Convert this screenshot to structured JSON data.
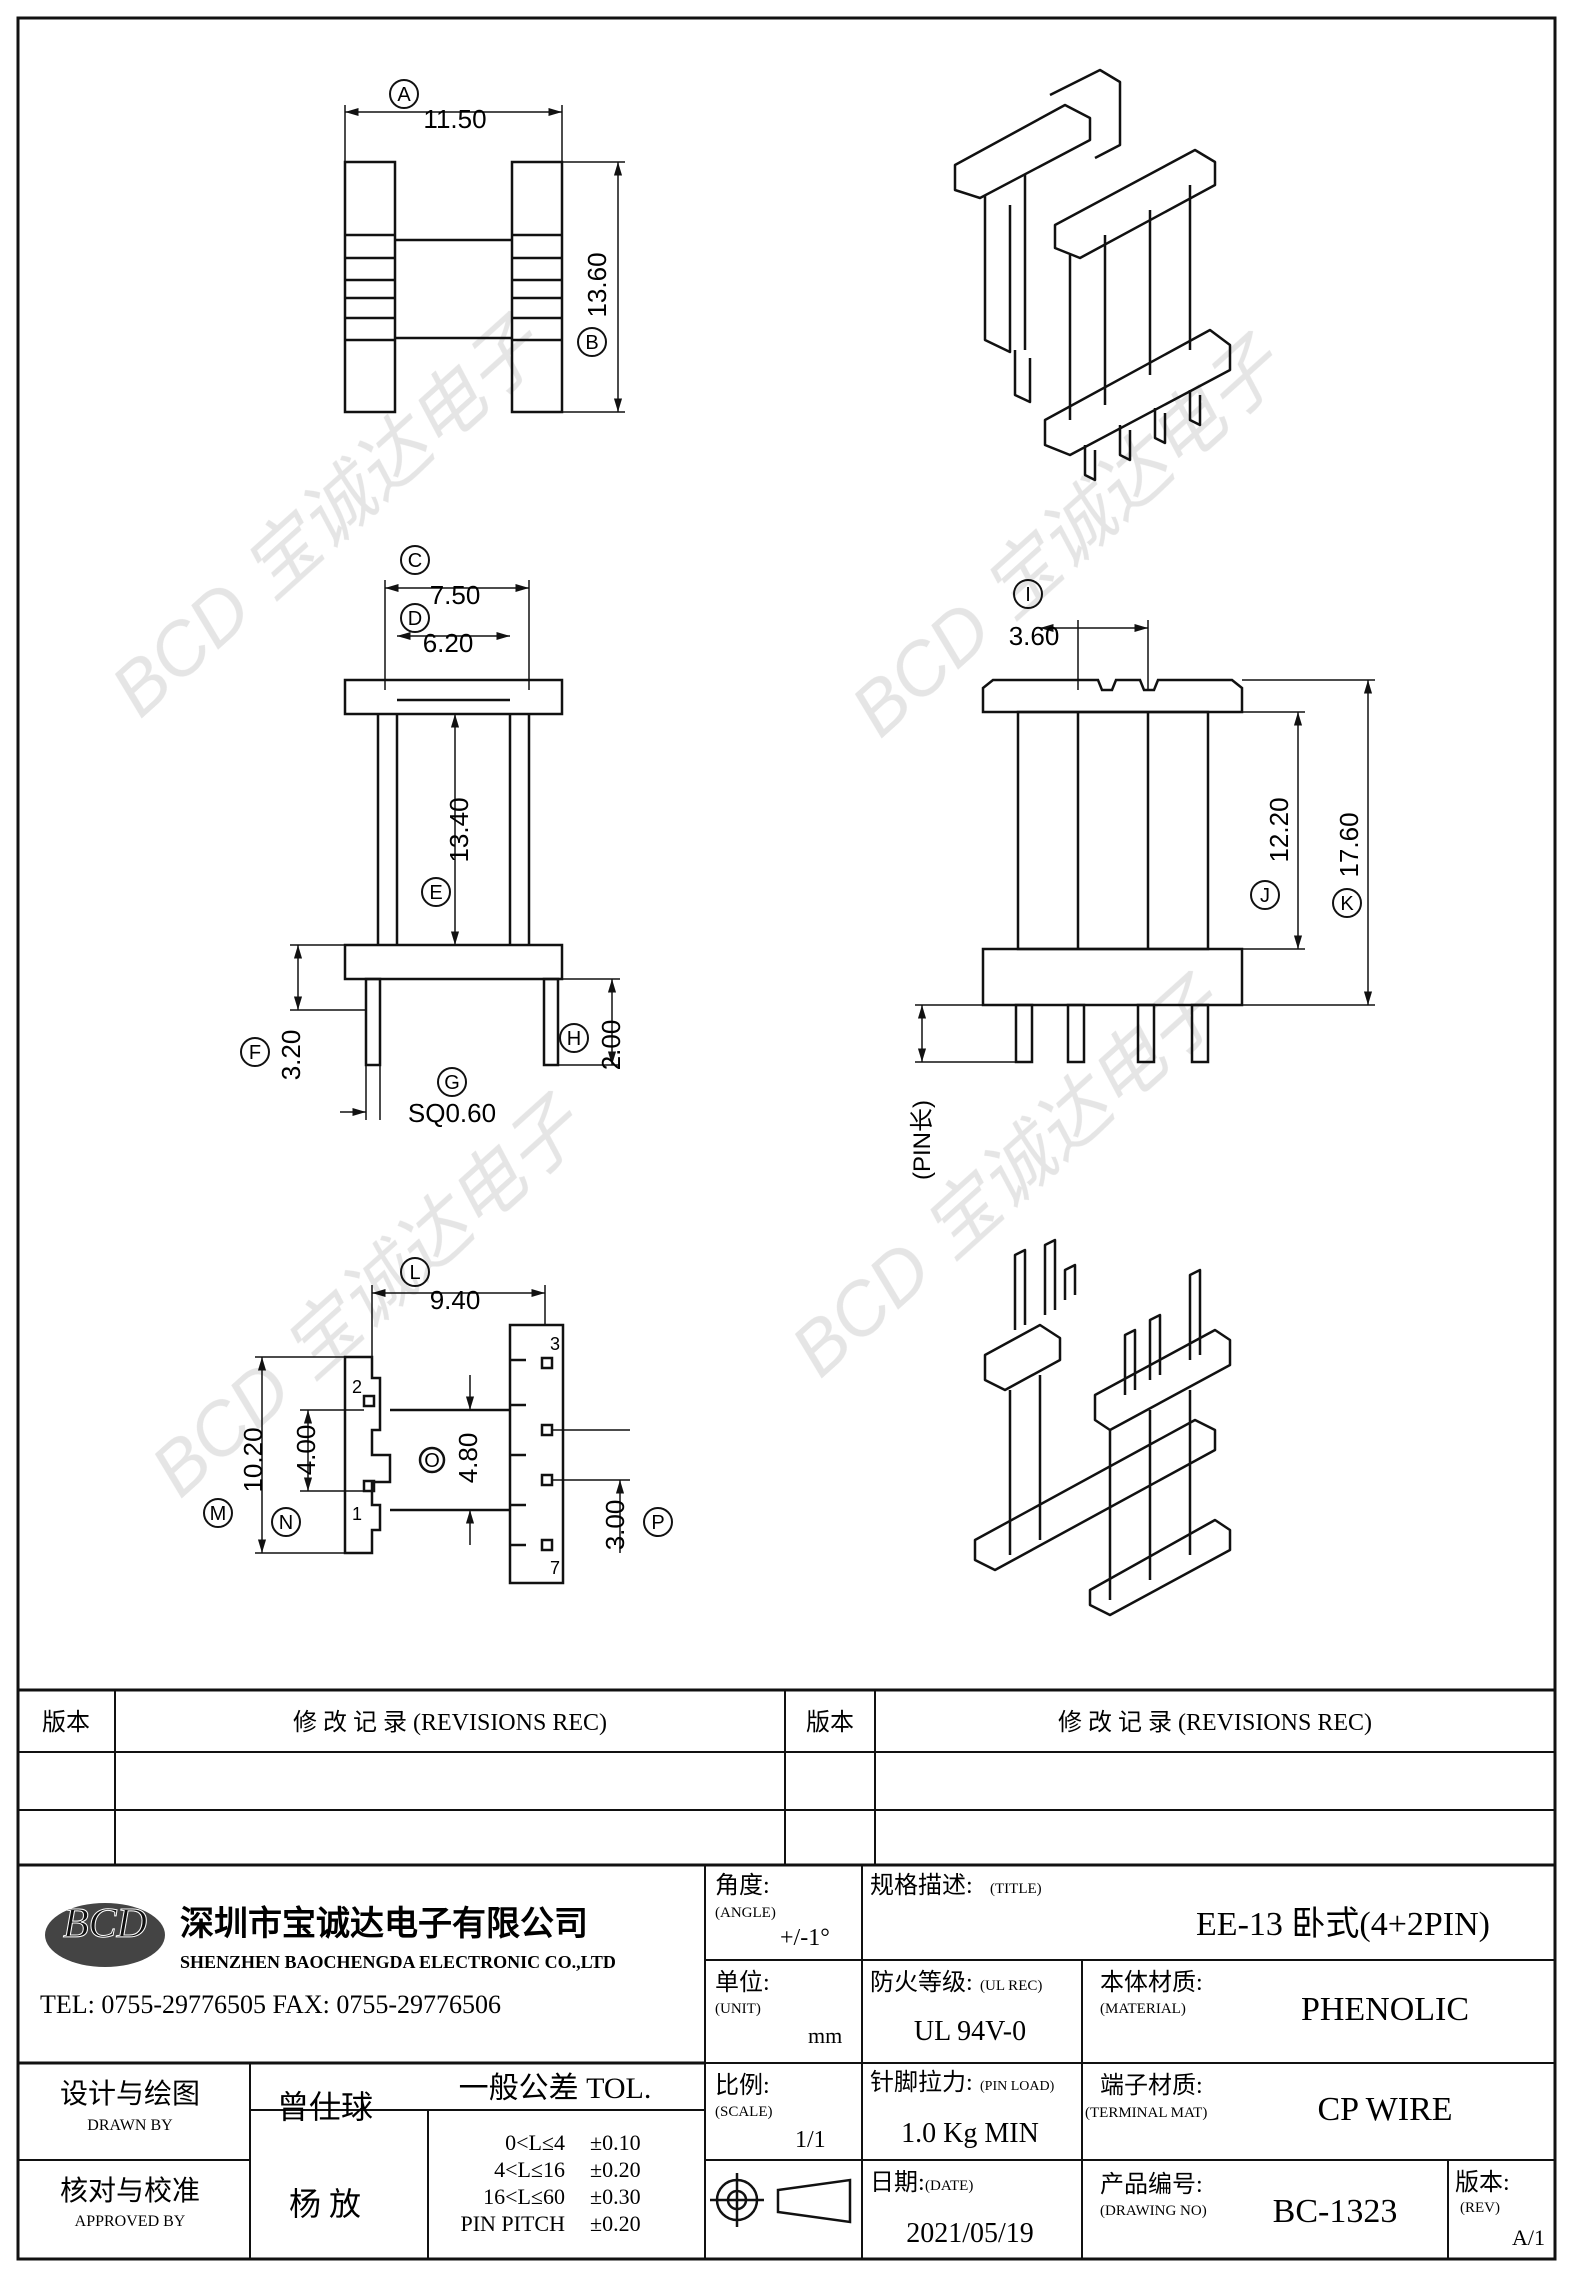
{
  "watermark": {
    "text": "BCD 宝诚达电子"
  },
  "drawing": {
    "top_view": {
      "dim_a": {
        "tag": "A",
        "value": "11.50"
      },
      "dim_b": {
        "tag": "B",
        "value": "13.60"
      }
    },
    "side_view": {
      "dim_c": {
        "tag": "C",
        "value": "7.50"
      },
      "dim_d": {
        "tag": "D",
        "value": "6.20"
      },
      "dim_e": {
        "tag": "E",
        "value": "13.40"
      },
      "dim_f": {
        "tag": "F",
        "value": "3.20"
      },
      "dim_g": {
        "tag": "G",
        "value": "SQ0.60"
      },
      "dim_h": {
        "tag": "H",
        "value": "2.00"
      }
    },
    "front_view": {
      "dim_i": {
        "tag": "I",
        "value": "3.60"
      },
      "dim_j": {
        "tag": "J",
        "value": "12.20"
      },
      "dim_k": {
        "tag": "K",
        "value": "17.60"
      },
      "pin_label": "(PIN长)"
    },
    "bottom_view": {
      "dim_l": {
        "tag": "L",
        "value": "9.40"
      },
      "dim_m": {
        "tag": "M",
        "value": "10.20"
      },
      "dim_n": {
        "tag": "N",
        "value": "4.00"
      },
      "dim_o": {
        "tag": "O",
        "value": "4.80"
      },
      "dim_p": {
        "tag": "P",
        "value": "3.00"
      },
      "pin_numbers": [
        "2",
        "1",
        "3",
        "7"
      ]
    }
  },
  "revisions": {
    "col_ver": "版本",
    "col_rec": "修 改 记 录 (REVISIONS REC)",
    "col_ver2": "版本",
    "col_rec2": "修 改 记 录 (REVISIONS REC)"
  },
  "company": {
    "logo": "BCD",
    "name_cn": "深圳市宝诚达电子有限公司",
    "name_en": "SHENZHEN BAOCHENGDA ELECTRONIC CO.,LTD",
    "tel_fax": "TEL: 0755-29776505  FAX: 0755-29776506"
  },
  "title_block": {
    "angle_label": "角度:",
    "angle_label_en": "(ANGLE)",
    "angle_value": "+/-1°",
    "title_label": "规格描述:",
    "title_label_en": "(TITLE)",
    "title_value": "EE-13 卧式(4+2PIN)",
    "unit_label": "单位:",
    "unit_label_en": "(UNIT)",
    "unit_value": "mm",
    "ul_label": "防火等级:",
    "ul_label_en": "(UL REC)",
    "ul_value": "UL 94V-0",
    "material_label": "本体材质:",
    "material_label_en": "(MATERIAL)",
    "material_value": "PHENOLIC",
    "drawn_label": "设计与绘图",
    "drawn_label_en": "DRAWN BY",
    "drawn_value": "曾仕球",
    "approved_label": "核对与校准",
    "approved_label_en": "APPROVED BY",
    "approved_value": "杨  放",
    "tol_label": "一般公差 TOL.",
    "tol_rows": [
      {
        "range": "0<L≤4",
        "value": "±0.10"
      },
      {
        "range": "4<L≤16",
        "value": "±0.20"
      },
      {
        "range": "16<L≤60",
        "value": "±0.30"
      },
      {
        "range": "PIN PITCH",
        "value": "±0.20"
      }
    ],
    "scale_label": "比例:",
    "scale_label_en": "(SCALE)",
    "scale_value": "1/1",
    "pinload_label": "针脚拉力:",
    "pinload_label_en": "(PIN LOAD)",
    "pinload_value": "1.0 Kg MIN",
    "terminal_label": "端子材质:",
    "terminal_label_en": "(TERMINAL MAT)",
    "terminal_value": "CP WIRE",
    "date_label": "日期:",
    "date_label_en": "(DATE)",
    "date_value": "2021/05/19",
    "drawing_no_label": "产品编号:",
    "drawing_no_label_en": "(DRAWING NO)",
    "drawing_no_value": "BC-1323",
    "rev_label": "版本:",
    "rev_label_en": "(REV)",
    "rev_value": "A/1"
  }
}
